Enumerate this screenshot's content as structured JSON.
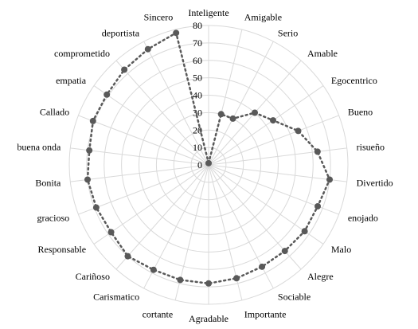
{
  "chart_data": {
    "type": "radar",
    "categories": [
      "Inteligente",
      "Amigable",
      "Serio",
      "Amable",
      "Egocentrico",
      "Bueno",
      "risueño",
      "Divertido",
      "enojado",
      "Malo",
      "Alegre",
      "Sociable",
      "Importante",
      "Agradable",
      "cortante",
      "Carismatico",
      "Cariñoso",
      "Responsable",
      "gracioso",
      "Bonita",
      "buena onda",
      "Callado",
      "empatia",
      "comprometido",
      "deportista",
      "Sincero"
    ],
    "series": [
      {
        "values": [
          1,
          30,
          30,
          40,
          45,
          55,
          63,
          70,
          67,
          67,
          66,
          66,
          67,
          68,
          68,
          68,
          70,
          68,
          69,
          70,
          69,
          71,
          71,
          73,
          75,
          78
        ],
        "color": "#595959"
      }
    ],
    "rmin": 0,
    "rmax": 80,
    "ticks": [
      0,
      10,
      20,
      30,
      40,
      50,
      60,
      70,
      80
    ],
    "grid": true,
    "grid_shape": "circle",
    "line_style": "dotted",
    "marker": "circle"
  }
}
